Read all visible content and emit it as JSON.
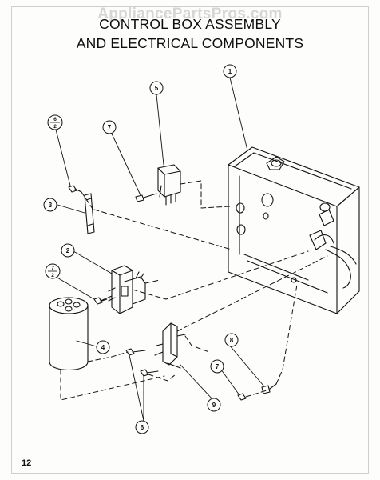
{
  "watermark": "AppliancePartsPros.com",
  "title_line1": "CONTROL BOX ASSEMBLY",
  "title_line2": "AND ELECTRICAL COMPONENTS",
  "page_number": "12",
  "callouts": {
    "c1": "1",
    "c2": "2",
    "c3": "3",
    "c4": "4",
    "c5": "5",
    "c6a": "6",
    "c6b": "6",
    "c7a": "7",
    "c7b": "7",
    "c8": "8",
    "c9": "9",
    "frac_a_top": "6",
    "frac_a_bottom": "2",
    "frac_b_top": "7",
    "frac_b_bottom": "2"
  }
}
